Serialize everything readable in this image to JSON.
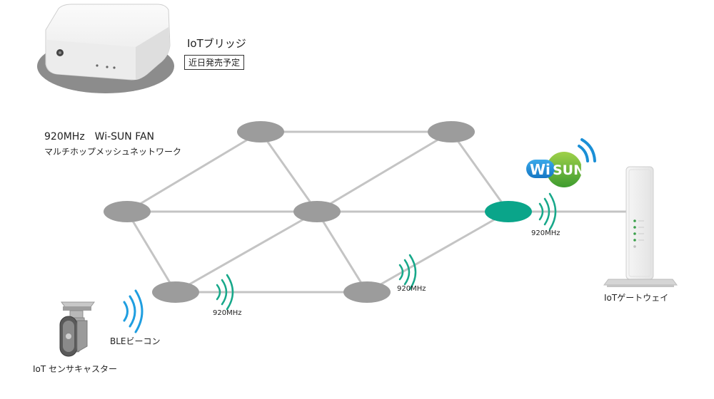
{
  "bridge": {
    "name": "IoTブリッジ",
    "badge": "近日発売予定"
  },
  "network": {
    "title": "920MHz　Wi-SUN FAN",
    "subtitle": "マルチホップメッシュネットワーク"
  },
  "links": {
    "freq_left": "920MHz",
    "freq_middle": "920MHz",
    "freq_right": "920MHz",
    "ble": "BLEビーコン"
  },
  "devices": {
    "caster": "IoT センサキャスター",
    "gateway": "IoTゲートウェイ"
  },
  "logo": {
    "text_wi": "Wi",
    "text_sun": "SUN"
  },
  "colors": {
    "node": "#9c9c9c",
    "node_active": "#0aa58a",
    "link_line": "#c4c4c4",
    "wave_blue": "#1f9ee0",
    "wave_green": "#17a88a",
    "logo_blue": "#1a8fd6",
    "logo_green": "#6bb83a"
  }
}
